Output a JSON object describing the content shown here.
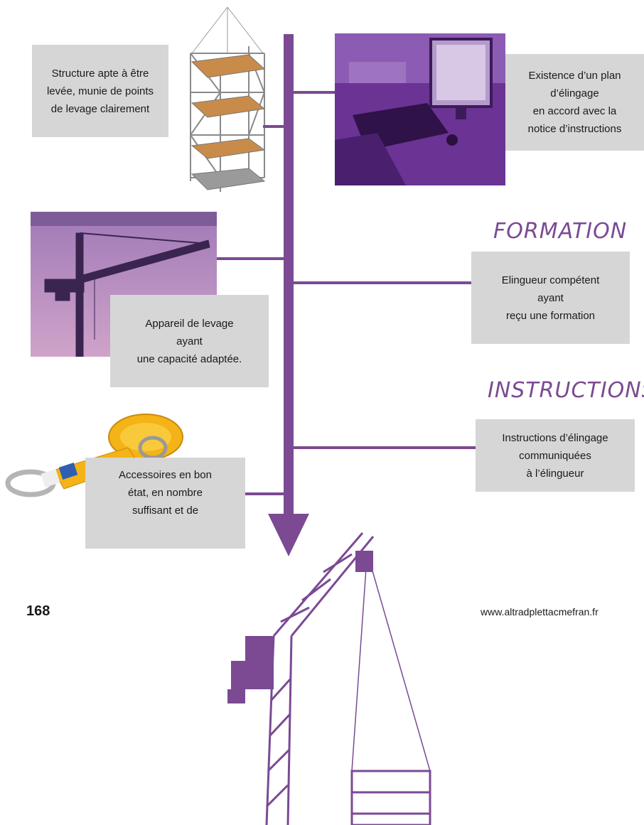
{
  "boxes": {
    "structure": [
      "Structure apte à être",
      "levée, munie de points",
      "de levage clairement"
    ],
    "plan": [
      "Existence d’un plan",
      "d’élingage",
      "en accord avec la",
      "notice d’instructions"
    ],
    "formation": [
      "Elingueur compétent",
      "ayant",
      "reçu une formation"
    ],
    "appareil": [
      "Appareil de levage",
      "ayant",
      "une capacité adaptée."
    ],
    "instructions": [
      "Instructions d’élingage",
      "communiquées",
      "à l’élingueur"
    ],
    "accessoires": [
      "Accessoires en bon",
      "état, en nombre",
      "suffisant et de"
    ]
  },
  "headings": {
    "formation": "FORMATION",
    "instructions": "INSTRUCTIONS"
  },
  "footer": {
    "page_number": "168",
    "url": "www.altradplettacmefran.fr"
  },
  "colors": {
    "accent": "#7b4a93",
    "box": "#d6d6d6"
  }
}
